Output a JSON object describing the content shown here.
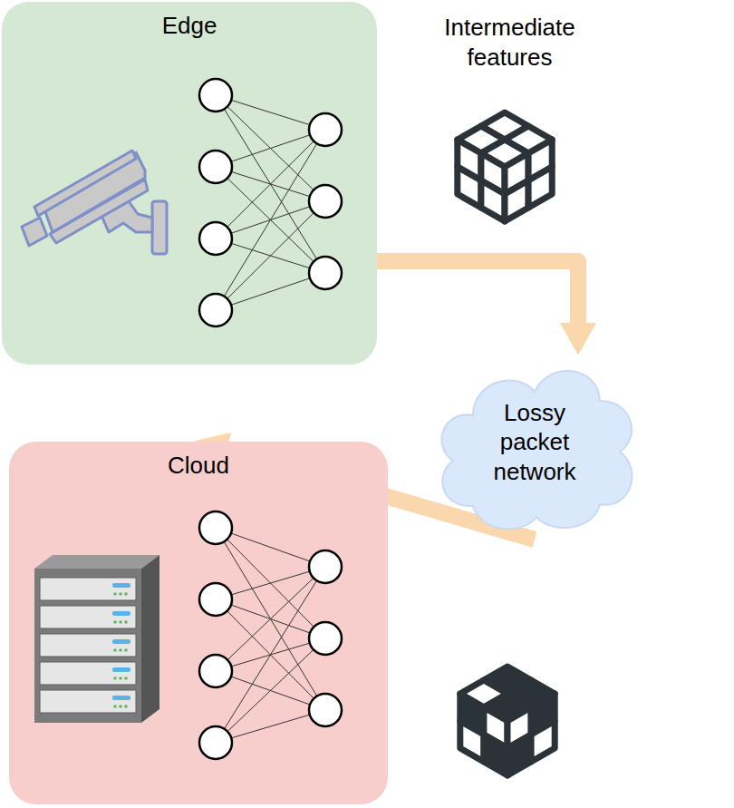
{
  "diagram": {
    "nodes": [
      {
        "text": [
          "Edge"
        ]
      },
      {
        "text": [
          "Lossy packet network"
        ]
      },
      {
        "text": [
          "Cloud"
        ]
      }
    ],
    "edges": [
      {
        "from": 0,
        "to": 1,
        "arrow": "to"
      },
      {
        "from": 1,
        "to": 2,
        "arrow": "to"
      }
    ],
    "labels": [
      "Intermediate features"
    ]
  }
}
